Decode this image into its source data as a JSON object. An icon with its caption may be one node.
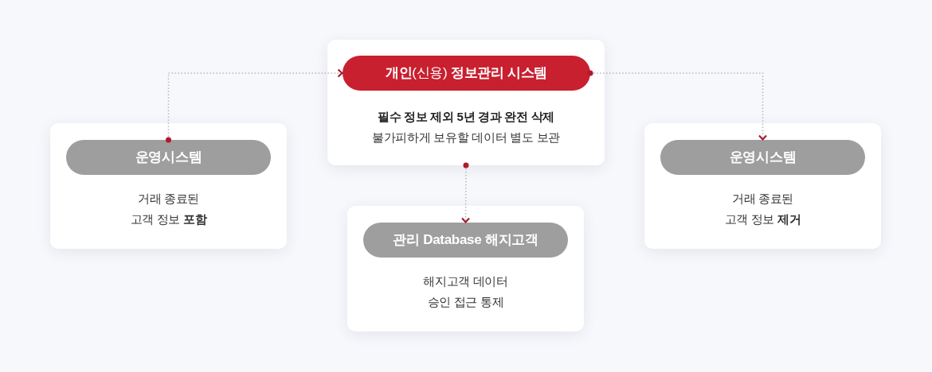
{
  "diagram": {
    "nodes": [
      {
        "text": [
          "필수 정보 제외 5년 경과 완전 삭제",
          "불가피하게 보유할 데이터 별도 보관"
        ]
      },
      {
        "text": [
          "**개인**(신용) **정보관리 시스템**"
        ],
        "in": 0
      },
      {
        "text": [
          "거래 종료된 고객 정보 **포함**"
        ]
      },
      {
        "text": [
          "운영시스템"
        ],
        "in": 2
      },
      {
        "text": [
          "거래 종료된 고객 정보 **제거**"
        ]
      },
      {
        "text": [
          "운영시스템"
        ],
        "in": 4
      },
      {
        "text": [
          "해지고객 데이터 승인 접근 통제"
        ]
      },
      {
        "text": [
          "관리 Database 해지고객"
        ],
        "in": 6
      }
    ],
    "edges": [
      {
        "from": 3,
        "to": 1,
        "arrow": "to"
      },
      {
        "from": 1,
        "to": 5,
        "arrow": "to"
      },
      {
        "from": 0,
        "to": 7,
        "arrow": "to"
      }
    ]
  }
}
